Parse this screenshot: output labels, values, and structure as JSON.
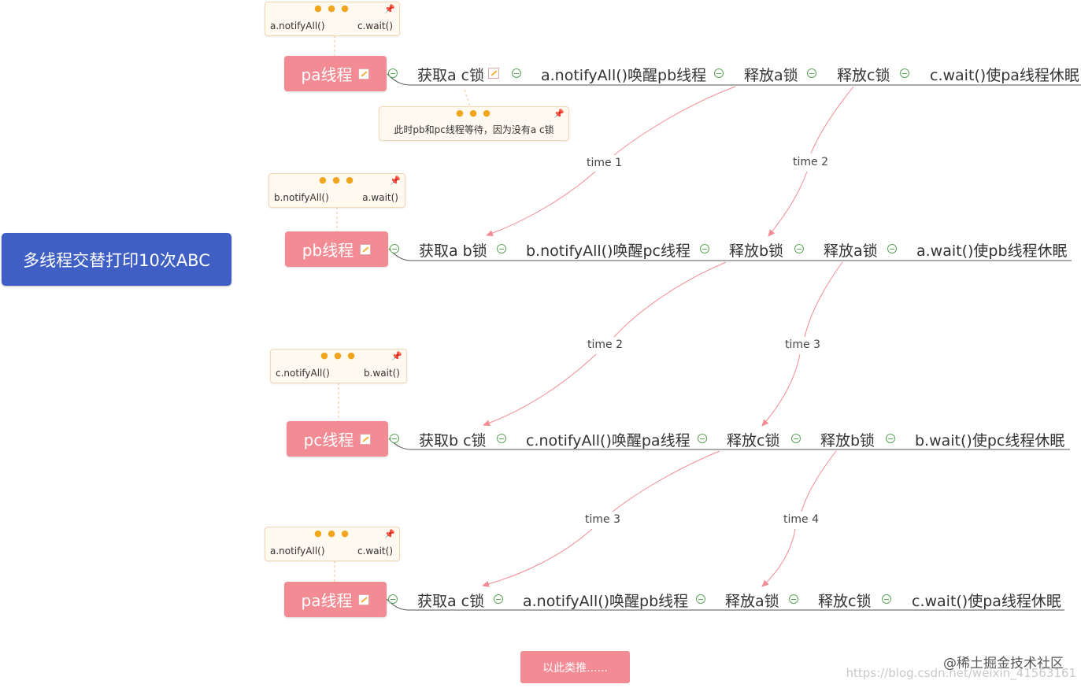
{
  "root": {
    "label": "多线程交替打印10次ABC"
  },
  "rows": [
    {
      "thread": "pa线程",
      "note_left": "a.notifyAll()",
      "note_right": "c.wait()",
      "steps": [
        "获取a c锁",
        "a.notifyAll()唤醒pb线程",
        "释放a锁",
        "释放c锁",
        "c.wait()使pa线程休眠"
      ],
      "extra_note": "此时pb和pc线程等待，因为没有a c锁"
    },
    {
      "thread": "pb线程",
      "note_left": "b.notifyAll()",
      "note_right": "a.wait()",
      "steps": [
        "获取a b锁",
        "b.notifyAll()唤醒pc线程",
        "释放b锁",
        "释放a锁",
        "a.wait()使pb线程休眠"
      ]
    },
    {
      "thread": "pc线程",
      "note_left": "c.notifyAll()",
      "note_right": "b.wait()",
      "steps": [
        "获取b c锁",
        "c.notifyAll()唤醒pa线程",
        "释放c锁",
        "释放b锁",
        "b.wait()使pc线程休眠"
      ]
    },
    {
      "thread": "pa线程",
      "note_left": "a.notifyAll()",
      "note_right": "c.wait()",
      "steps": [
        "获取a c锁",
        "a.notifyAll()唤醒pb线程",
        "释放a锁",
        "释放c锁",
        "c.wait()使pa线程休眠"
      ]
    }
  ],
  "time_labels": [
    "time 1",
    "time 2",
    "time 2",
    "time 3",
    "time 3",
    "time 4"
  ],
  "bottom_button": "以此类推......",
  "watermark": "@稀土掘金技术社区",
  "watermark_url": "https://blog.csdn.net/weixin_41563161",
  "colors": {
    "root": "#3f5fc5",
    "thread": "#f28b93",
    "arrow": "#f28b93",
    "note_bg": "#fff9ef",
    "minus": "#5aa455"
  }
}
